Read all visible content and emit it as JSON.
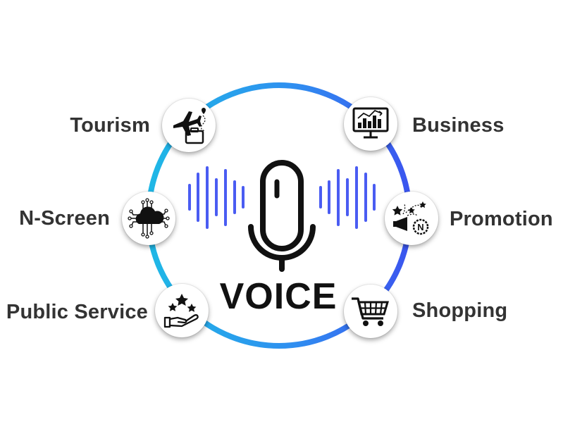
{
  "center": {
    "title": "VOICE"
  },
  "colors": {
    "ring_start": "#1fb6e6",
    "ring_end": "#3b56ef",
    "wave": "#4a5cf2",
    "text": "#333333"
  },
  "nodes": [
    {
      "label": "Tourism",
      "icon": "airplane-luggage-icon"
    },
    {
      "label": "N-Screen",
      "icon": "cloud-circuit-icon"
    },
    {
      "label": "Public Service",
      "icon": "hand-stars-icon"
    },
    {
      "label": "Business",
      "icon": "monitor-chart-icon"
    },
    {
      "label": "Promotion",
      "icon": "megaphone-stars-icon"
    },
    {
      "label": "Shopping",
      "icon": "shopping-cart-icon"
    }
  ]
}
